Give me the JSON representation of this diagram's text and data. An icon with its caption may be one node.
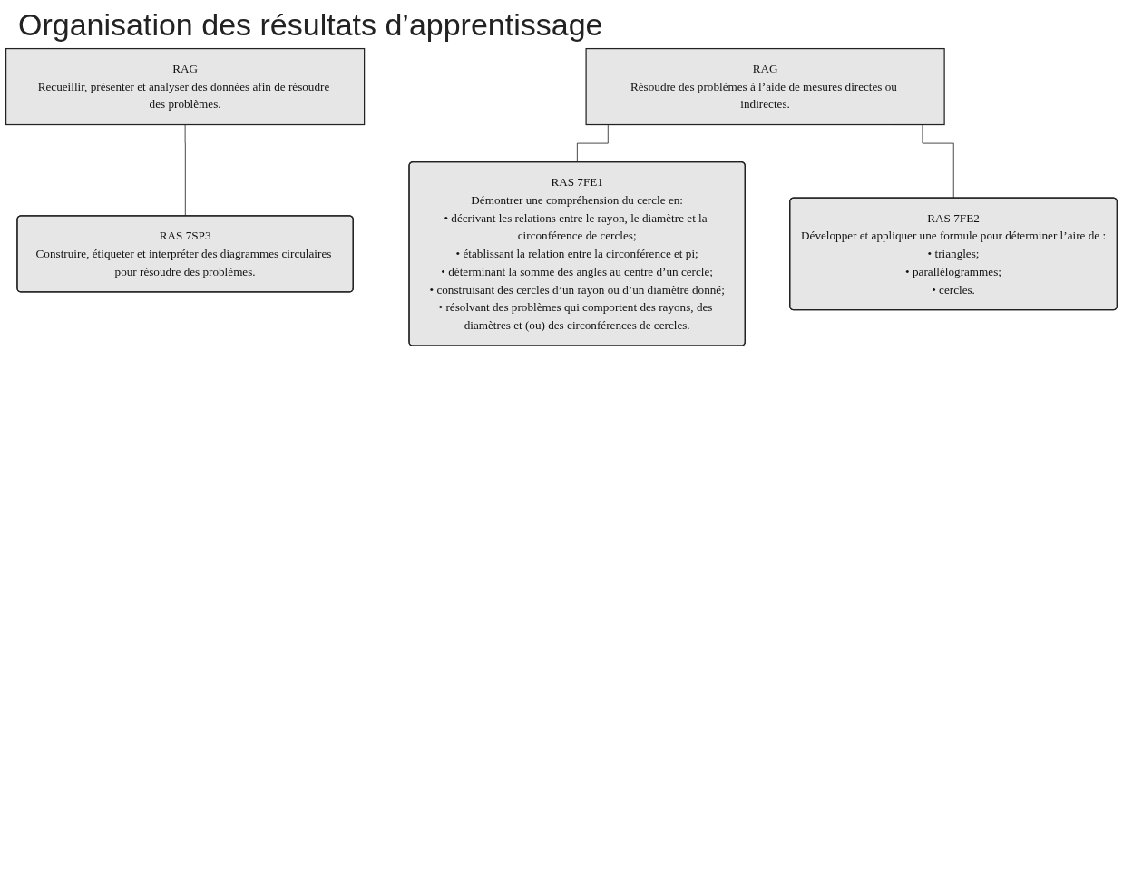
{
  "diagram": {
    "title": "Organisation des résultats d’apprentissage",
    "nodes": [
      {
        "text": [
          "RAG",
          "Recueillir, présenter et analyser des données afin de résoudre des problèmes."
        ]
      },
      {
        "text": [
          "RAS 7SP3",
          "Construire, étiqueter et interpréter des diagrammes circulaires pour résoudre des problèmes."
        ]
      },
      {
        "text": [
          "RAG",
          "Résoudre des problèmes à l’aide de mesures directes ou indirectes."
        ]
      },
      {
        "text": [
          "RAS 7FE1",
          "Démontrer une compréhension du cercle en:",
          "• décrivant les relations entre le rayon, le diamètre et la circonférence de cercles;",
          "• établissant la relation entre la circonférence et pi;",
          "• déterminant la somme des angles au centre d’un cercle;",
          "• construisant des cercles d’un rayon ou d’un diamètre donné;",
          "• résolvant des problèmes qui comportent des rayons, des diamètres et (ou) des circonférences de cercles."
        ]
      },
      {
        "text": [
          "RAS 7FE2",
          "Développer et appliquer une formule pour déterminer l’aire de :",
          "• triangles;",
          "• parallélogrammes;",
          "• cercles."
        ]
      }
    ],
    "edges": [
      {
        "from": 0,
        "to": 1,
        "arrow": "none"
      },
      {
        "from": 2,
        "to": 3,
        "arrow": "none"
      },
      {
        "from": 2,
        "to": 4,
        "arrow": "none"
      }
    ]
  }
}
